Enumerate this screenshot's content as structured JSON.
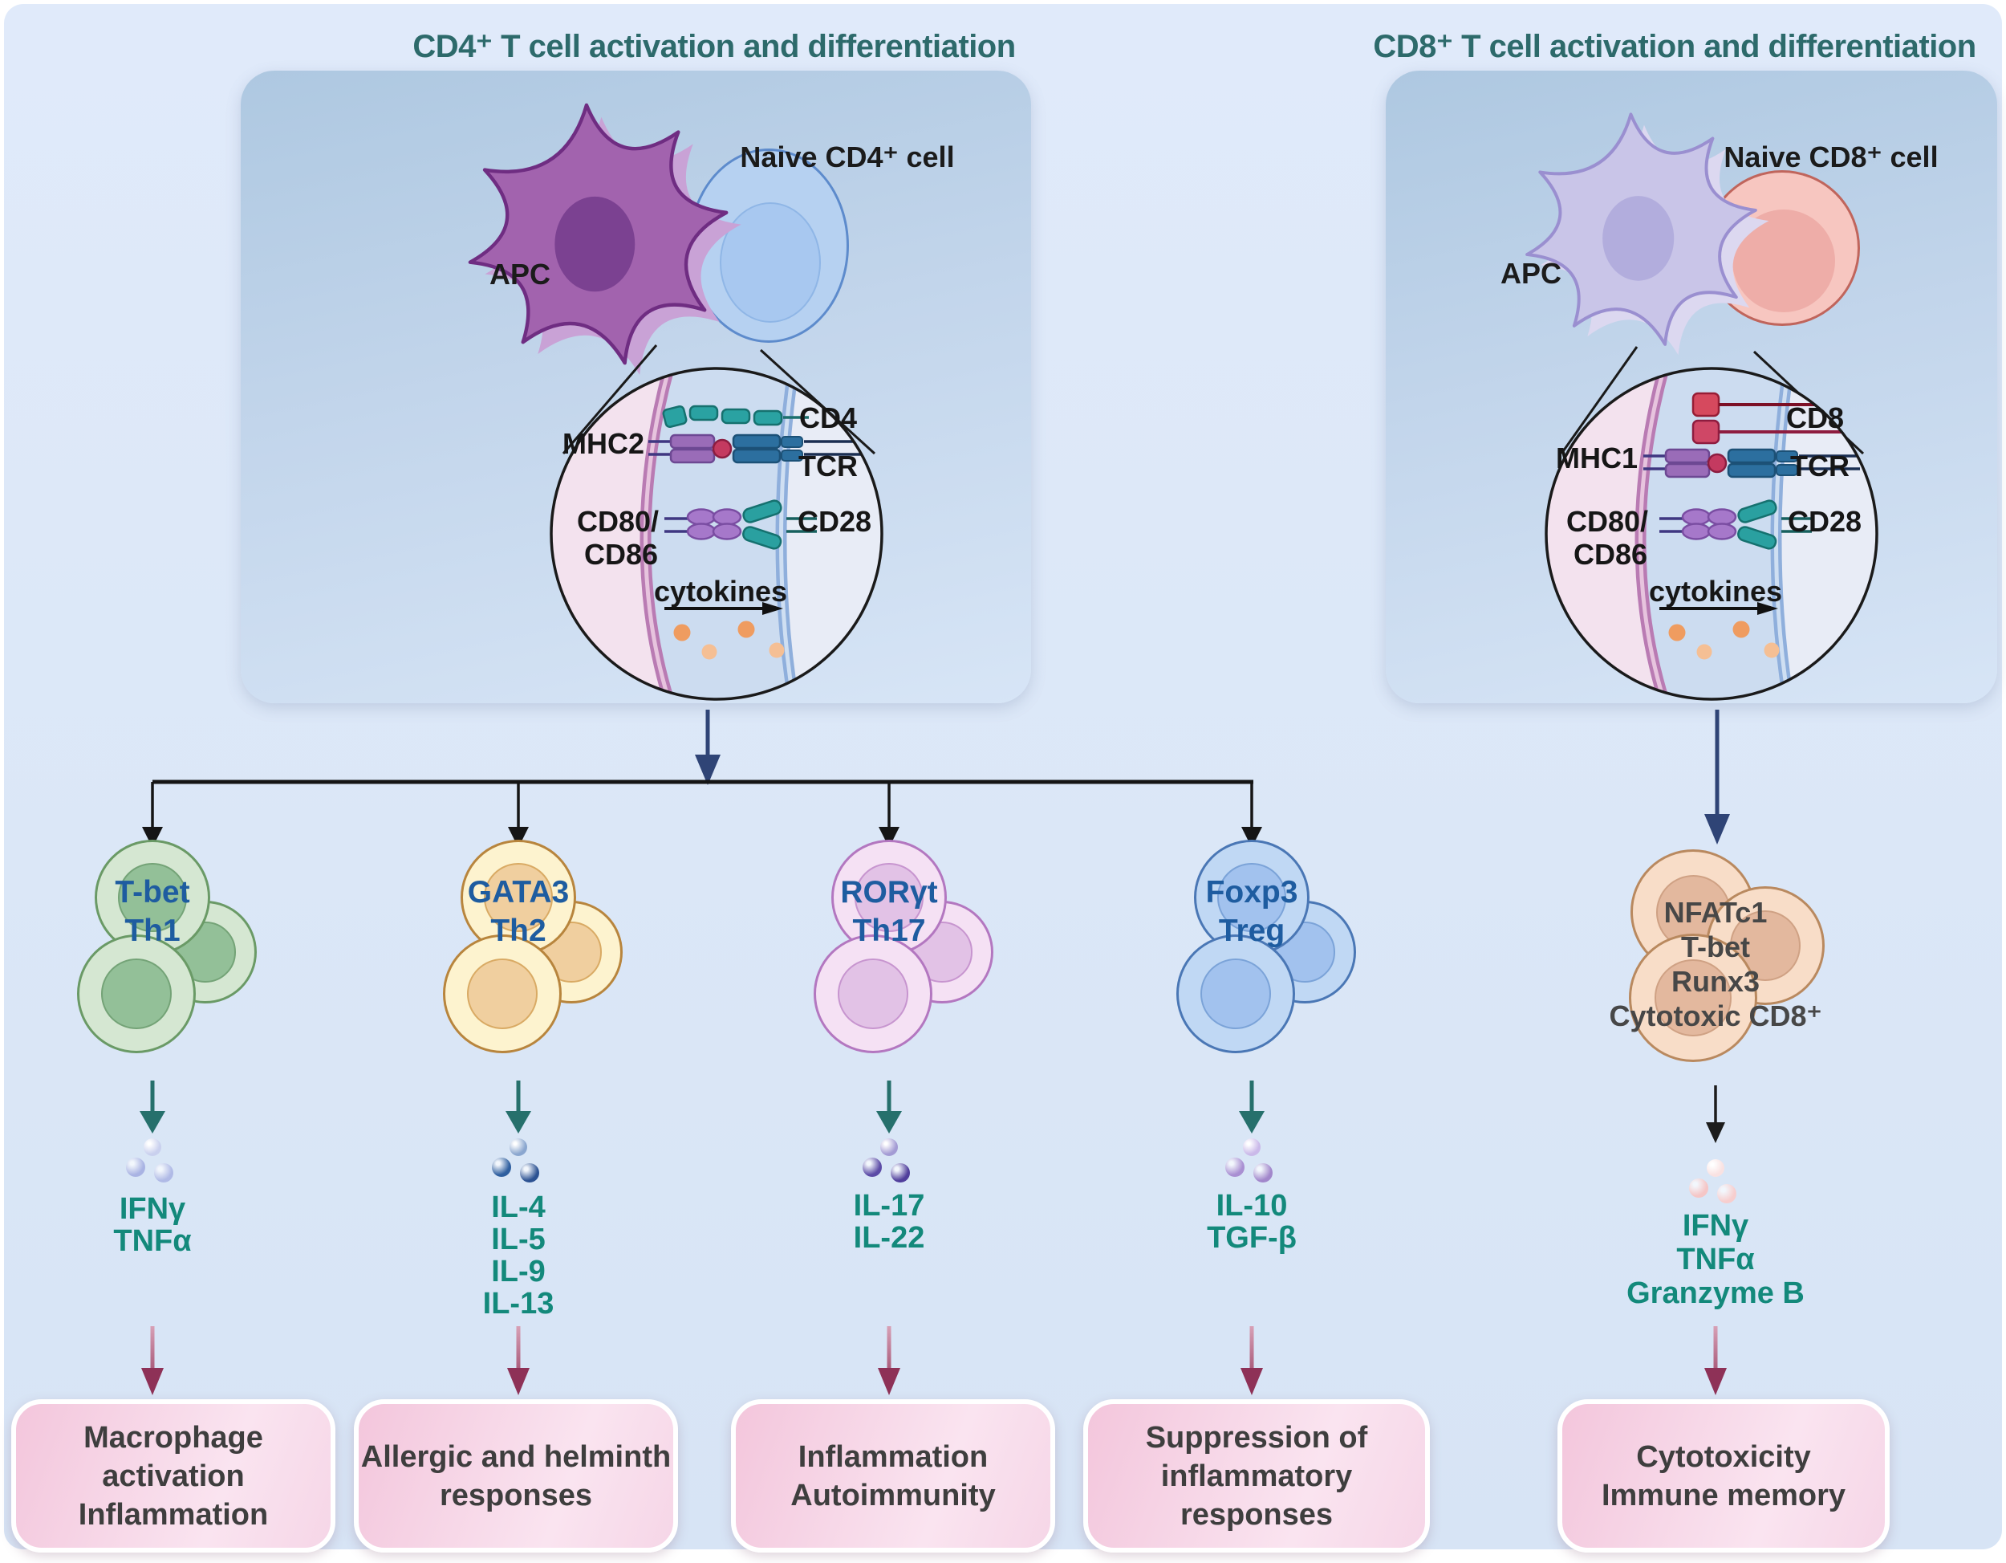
{
  "titles": {
    "cd4": "CD4⁺ T cell activation and differentiation",
    "cd8": "CD8⁺ T cell activation and differentiation"
  },
  "cd4_panel": {
    "apc_label": "APC",
    "naive_cell_label": "Naive CD4⁺ cell",
    "synapse": {
      "mhc": "MHC2",
      "coreceptor": "CD4",
      "tcr": "TCR",
      "costim_line1": "CD80/",
      "costim_line2": "CD86",
      "costim_receptor": "CD28",
      "cytokines_label": "cytokines"
    }
  },
  "cd8_panel": {
    "apc_label": "APC",
    "naive_cell_label": "Naive CD8⁺ cell",
    "synapse": {
      "mhc": "MHC1",
      "coreceptor": "CD8",
      "tcr": "TCR",
      "costim_line1": "CD80/",
      "costim_line2": "CD86",
      "costim_receptor": "CD28",
      "cytokines_label": "cytokines"
    }
  },
  "subsets": [
    {
      "tf": "T-bet",
      "name": "Th1",
      "cytokines": [
        "IFNγ",
        "TNFα"
      ],
      "outcome_line1": "Macrophage activation",
      "outcome_line2": "Inflammation"
    },
    {
      "tf": "GATA3",
      "name": "Th2",
      "cytokines": [
        "IL-4",
        "IL-5",
        "IL-9",
        "IL-13"
      ],
      "outcome_line1": "Allergic and helminth",
      "outcome_line2": "responses"
    },
    {
      "tf": "RORγt",
      "name": "Th17",
      "cytokines": [
        "IL-17",
        "IL-22"
      ],
      "outcome_line1": "Inflammation",
      "outcome_line2": "Autoimmunity"
    },
    {
      "tf": "Foxp3",
      "name": "Treg",
      "cytokines": [
        "IL-10",
        "TGF-β"
      ],
      "outcome_line1": "Suppression of",
      "outcome_line2": "inflammatory responses"
    }
  ],
  "cd8_effector": {
    "markers": [
      "NFATc1",
      "T-bet",
      "Runx3",
      "Cytotoxic CD8⁺"
    ],
    "cytokines": [
      "IFNγ",
      "TNFα",
      "Granzyme B"
    ],
    "outcome_line1": "Cytotoxicity",
    "outcome_line2": "Immune memory"
  },
  "colors": {
    "background": "#dce8f7",
    "panel_blue": "#bcd1e8",
    "title_teal": "#2d6a6b",
    "subset_label_blue": "#1e5ca0",
    "cytokine_teal": "#13897b",
    "outcome_box_pink": "#f4c9de",
    "maroon_arrow": "#8e3157",
    "navy_arrow": "#2f4476",
    "teal_arrow": "#26706c",
    "black_arrow": "#151515",
    "th1_cell_green": "#d5e7d2",
    "th2_cell_yellow": "#fdf3cf",
    "th17_cell_pink": "#f5e1f4",
    "treg_cell_blue": "#c0d8f4",
    "cd8_cell_peach": "#f8ddc8",
    "apc_purple": "#a263ae",
    "naive_cd4_blue": "#b6d1f1",
    "naive_cd8_pink": "#f6c5bf",
    "cytokine_dot_orange": "#ef9c60"
  }
}
